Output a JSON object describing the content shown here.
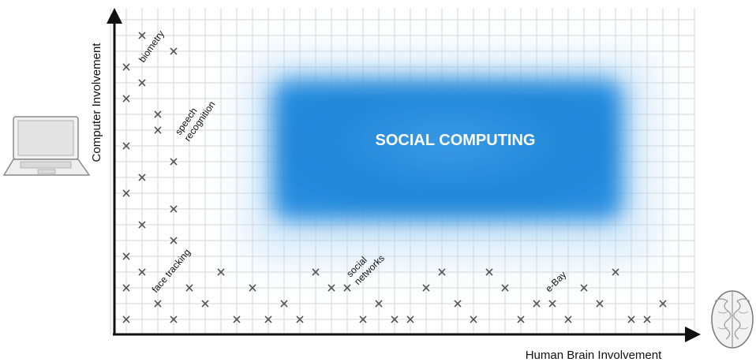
{
  "x_axis_label": "Human Brain Involvement",
  "y_axis_label": "Computer Involvement",
  "region_label": "SOCIAL COMPUTING",
  "annotations": {
    "biometry": "biometry",
    "speech_line1": "speech",
    "speech_line2": "recognition",
    "face_tracking": "face tracking",
    "social_line1": "social",
    "social_line2": "networks",
    "ebay": "e-Bay"
  },
  "icons": {
    "computer": "laptop-icon",
    "brain": "brain-icon"
  },
  "colors": {
    "region_core": "#1f86d8",
    "grid": "#d6d6d6",
    "axis": "#111111",
    "mark": "#555555"
  }
}
